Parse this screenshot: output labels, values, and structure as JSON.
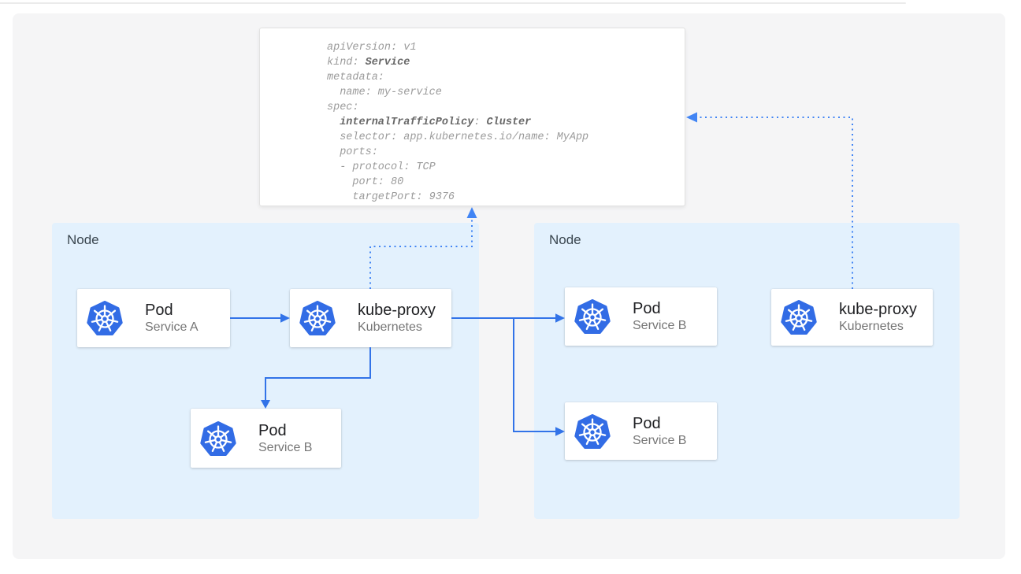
{
  "colors": {
    "arrow_blue": "#3273E8",
    "dotted_arrow_blue": "#4285F4",
    "kubernetes_blue": "#326CE5",
    "node_background": "#E3F1FD",
    "panel_background": "#F5F5F6"
  },
  "yaml_panel": {
    "line1": "apiVersion: v1",
    "line2_key": "kind: ",
    "line2_bold": "Service",
    "line3": "metadata:",
    "line4": "  name: my-service",
    "line5": "spec:",
    "line6_bold_key": "  internalTrafficPolicy",
    "line6_sep": ": ",
    "line6_bold_value": "Cluster",
    "line7": "  selector: app.kubernetes.io/name: MyApp",
    "line8": "  ports:",
    "line9": "  - protocol: TCP",
    "line10": "    port: 80",
    "line11": "    targetPort: 9376"
  },
  "nodes": {
    "left": {
      "label": "Node"
    },
    "right": {
      "label": "Node"
    }
  },
  "cards": {
    "pod_a": {
      "icon": "kubernetes",
      "title": "Pod",
      "subtitle": "Service A"
    },
    "kube_proxy_left": {
      "icon": "kubernetes",
      "title": "kube-proxy",
      "subtitle": "Kubernetes"
    },
    "pod_b_left": {
      "icon": "kubernetes",
      "title": "Pod",
      "subtitle": "Service B"
    },
    "pod_b_right_top": {
      "icon": "kubernetes",
      "title": "Pod",
      "subtitle": "Service B"
    },
    "pod_b_right_bottom": {
      "icon": "kubernetes",
      "title": "Pod",
      "subtitle": "Service B"
    },
    "kube_proxy_right": {
      "icon": "kubernetes",
      "title": "kube-proxy",
      "subtitle": "Kubernetes"
    }
  }
}
